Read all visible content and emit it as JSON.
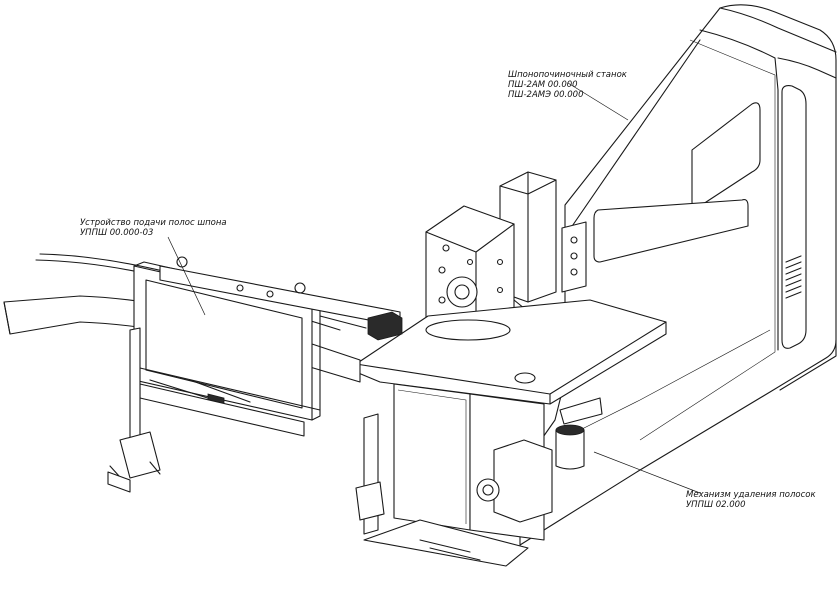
{
  "callouts": {
    "machine": {
      "line1": "Шпонопочиночный станок",
      "line2": "ПШ-2АМ 00.000",
      "line3": "ПШ-2АМЭ 00.000"
    },
    "feeder": {
      "line1": "Устройство подачи полос шпона",
      "line2": "УППШ 00.000-03"
    },
    "remover": {
      "line1": "Механизм удаления полосок",
      "line2": "УППШ 02.000"
    }
  }
}
